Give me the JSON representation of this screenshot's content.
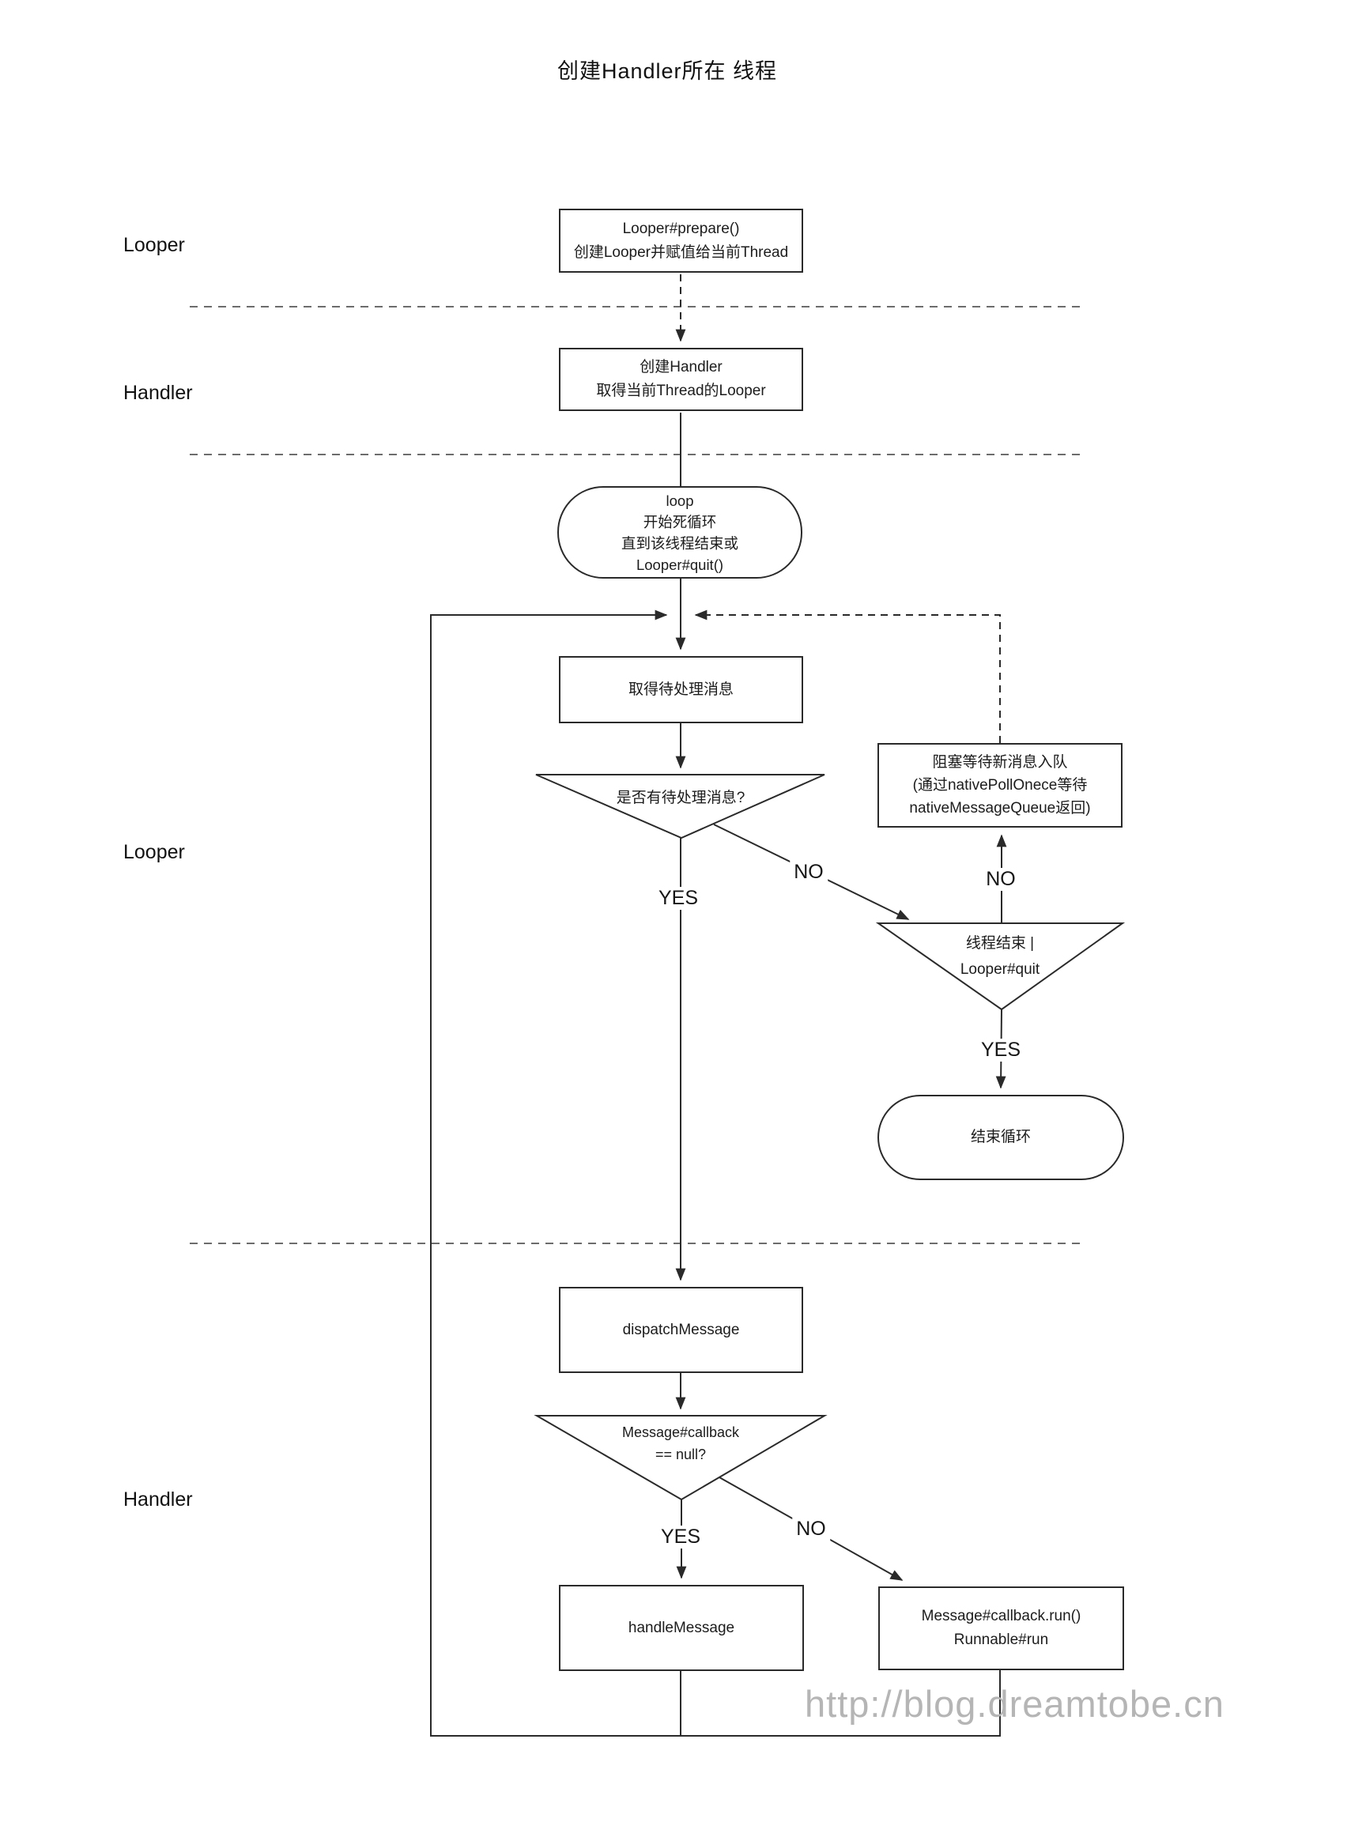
{
  "title": "创建Handler所在 线程",
  "watermark": "http://blog.dreamtobe.cn",
  "lane_labels": {
    "looper_top": "Looper",
    "handler_top": "Handler",
    "looper_mid": "Looper",
    "handler_bottom": "Handler"
  },
  "nodes": {
    "prepare": "Looper#prepare()\n创建Looper并赋值给当前Thread",
    "create_handler": "创建Handler\n取得当前Thread的Looper",
    "loop": "loop\n开始死循环\n直到该线程结束或\nLooper#quit()",
    "get_message": "取得待处理消息",
    "has_message": "是否有待处理消息?",
    "block_wait": "阻塞等待新消息入队\n(通过nativePollOnece等待\nnativeMessageQueue返回)",
    "thread_end": "线程结束 |\nLooper#quit",
    "end_loop": "结束循环",
    "dispatch": "dispatchMessage",
    "callback_null": "Message#callback\n== null?",
    "handle_message": "handleMessage",
    "callback_run": "Message#callback.run()\nRunnable#run"
  },
  "branches": {
    "has_msg_yes": "YES",
    "has_msg_no": "NO",
    "quit_no": "NO",
    "quit_yes": "YES",
    "callback_yes": "YES",
    "callback_no": "NO"
  }
}
